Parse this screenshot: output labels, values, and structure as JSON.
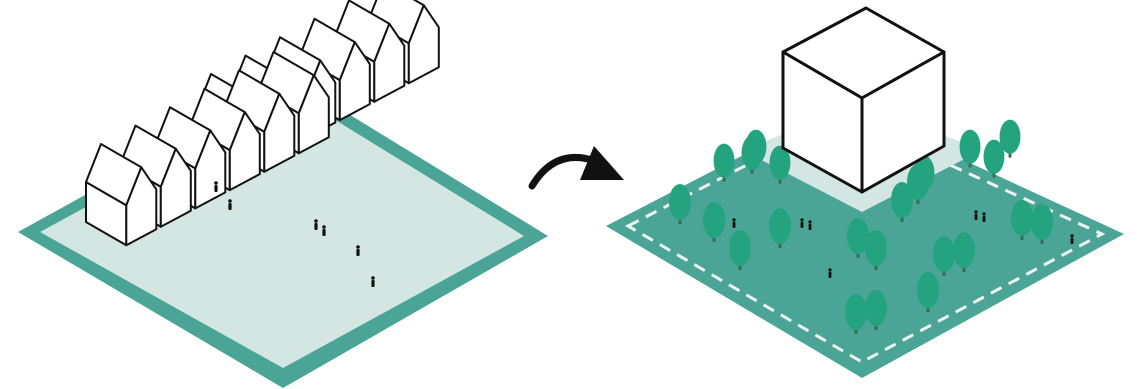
{
  "diagram": {
    "before": {
      "label": "",
      "houses_back_row": 6,
      "houses_front_row": 6,
      "people": 6
    },
    "transition": {
      "icon": "curved-arrow-icon",
      "direction": "left-to-right"
    },
    "after": {
      "label": "",
      "tower": "cube-building",
      "trees": 24,
      "people": 7,
      "path": "dashed-loop"
    },
    "colors": {
      "teal": "#4aa596",
      "teal_light": "#d3e6e1",
      "tree_fill": "#23a47f",
      "tree_trunk": "#3b6b52",
      "outline": "#111111",
      "white": "#ffffff",
      "path_dash": "#eef4f2"
    }
  }
}
